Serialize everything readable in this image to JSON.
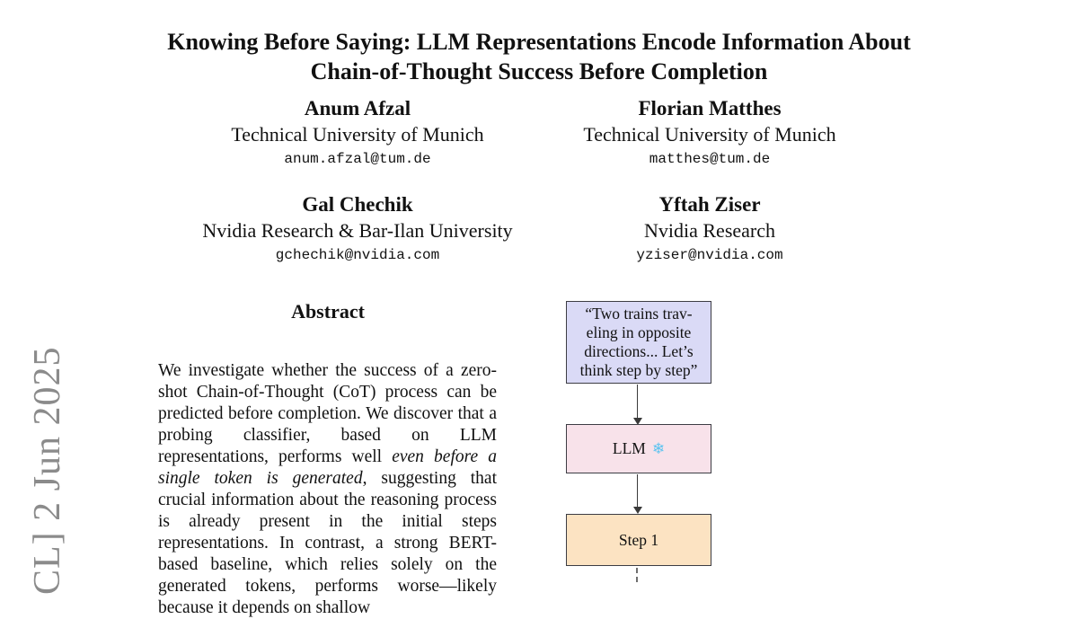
{
  "watermark": {
    "text": "CL] 2 Jun 2025",
    "color": "#8b8b8b"
  },
  "title": {
    "line1": "Knowing Before Saying: LLM Representations Encode Information About",
    "line2": "Chain-of-Thought Success Before Completion"
  },
  "authors": [
    {
      "name": "Anum Afzal",
      "affiliation": "Technical University of Munich",
      "email": "anum.afzal@tum.de"
    },
    {
      "name": "Florian Matthes",
      "affiliation": "Technical University of Munich",
      "email": "matthes@tum.de"
    },
    {
      "name": "Gal Chechik",
      "affiliation": "Nvidia Research & Bar-Ilan University",
      "email": "gchechik@nvidia.com"
    },
    {
      "name": "Yftah Ziser",
      "affiliation": "Nvidia Research",
      "email": "yziser@nvidia.com"
    }
  ],
  "abstract": {
    "heading": "Abstract",
    "body_pre": "We investigate whether the success of a zero-shot Chain-of-Thought (CoT) process can be predicted before completion. We discover that a probing classifier, based on LLM representations, performs well ",
    "body_italic": "even before a single token is generated",
    "body_post": ", suggesting that crucial information about the reasoning process is already present in the initial steps representations. In contrast, a strong BERT-based baseline, which relies solely on the generated tokens, performs worse—likely because it depends on shallow"
  },
  "figure": {
    "prompt_box": {
      "text": "“Two trains trav-\neling in opposite\ndirections... Let’s\nthink step by step”",
      "bg": "#dadaf6"
    },
    "llm_box": {
      "label": "LLM",
      "snowflake": "❄",
      "snowflake_color": "#5ac3f0",
      "bg": "#f8e2ea"
    },
    "step_box": {
      "label": "Step 1",
      "bg": "#fce3c2"
    }
  }
}
